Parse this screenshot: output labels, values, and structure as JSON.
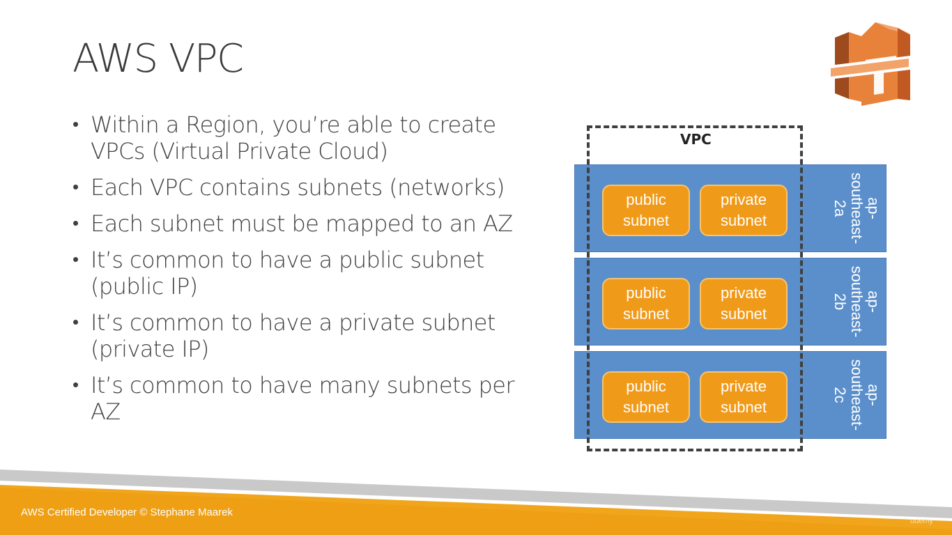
{
  "title": "AWS VPC",
  "bullets": [
    "Within a Region, you’re able to create VPCs (Virtual Private Cloud)",
    "Each VPC contains subnets (networks)",
    "Each subnet must be mapped to an AZ",
    "It’s common to have a public subnet (public IP)",
    "It’s common to have a private subnet (private IP)",
    "It’s common to have many subnets per AZ"
  ],
  "diagram": {
    "vpc_label": "VPC",
    "zones": [
      {
        "name": "ap-\nsoutheast-\n2a",
        "public": "public subnet",
        "private": "private subnet"
      },
      {
        "name": "ap-\nsoutheast-\n2b",
        "public": "public subnet",
        "private": "private subnet"
      },
      {
        "name": "ap-\nsoutheast-\n2c",
        "public": "public subnet",
        "private": "private subnet"
      }
    ]
  },
  "footer": "AWS Certified Developer © Stephane Maarek",
  "watermark": "udemy",
  "colors": {
    "accent": "#f0a51c",
    "az_band": "#5b8fcb",
    "subnet": "#f09a1a",
    "logo": "#e8823a"
  },
  "logo_icon": "aws-vpc-logo-icon"
}
